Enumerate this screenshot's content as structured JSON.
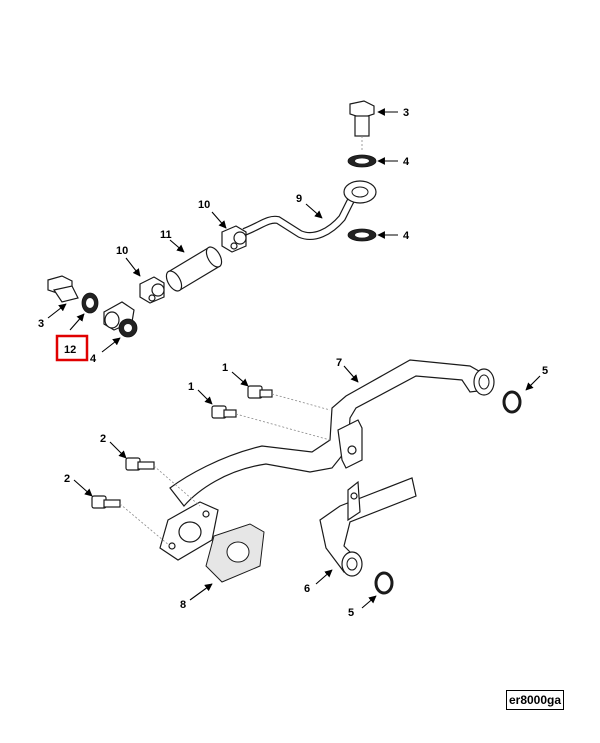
{
  "drawing_id": "er8000ga",
  "highlight_color": "#e00000",
  "callouts": {
    "c3_top": "3",
    "c4_top": "4",
    "c4_mid": "4",
    "c9": "9",
    "c10_upper": "10",
    "c11": "11",
    "c10_lower": "10",
    "c3_left": "3",
    "c12": "12",
    "c4_left": "4",
    "c1_upper": "1",
    "c1_lower": "1",
    "c7": "7",
    "c5_right": "5",
    "c2_upper": "2",
    "c2_lower": "2",
    "c6": "6",
    "c5_lower": "5",
    "c8": "8"
  }
}
